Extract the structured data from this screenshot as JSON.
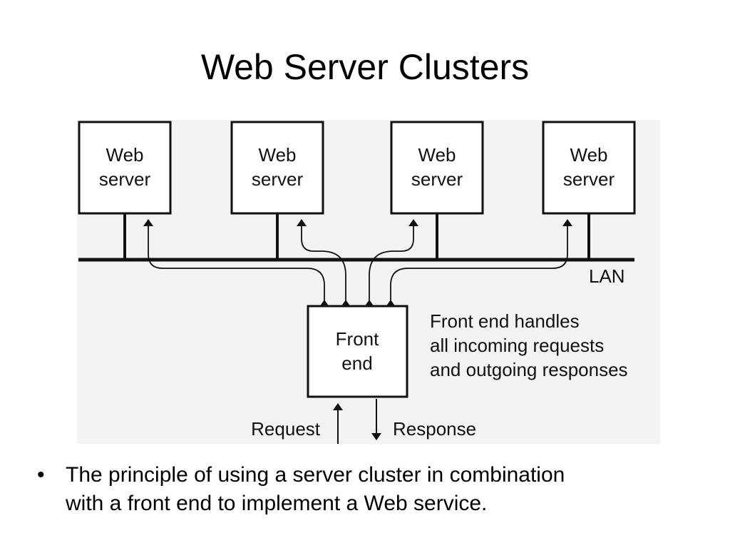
{
  "slide": {
    "title": "Web Server Clusters"
  },
  "diagram": {
    "web_servers": [
      {
        "line1": "Web",
        "line2": "server"
      },
      {
        "line1": "Web",
        "line2": "server"
      },
      {
        "line1": "Web",
        "line2": "server"
      },
      {
        "line1": "Web",
        "line2": "server"
      }
    ],
    "lan_label": "LAN",
    "front_end": {
      "line1": "Front",
      "line2": "end"
    },
    "note_lines": [
      "Front end handles",
      "all incoming requests",
      "and outgoing responses"
    ],
    "request_label": "Request",
    "response_label": "Response"
  },
  "bullets": [
    {
      "marker": "•",
      "line1": "The principle of using a server cluster in combination",
      "line2": "with a front end to implement a Web service."
    }
  ]
}
